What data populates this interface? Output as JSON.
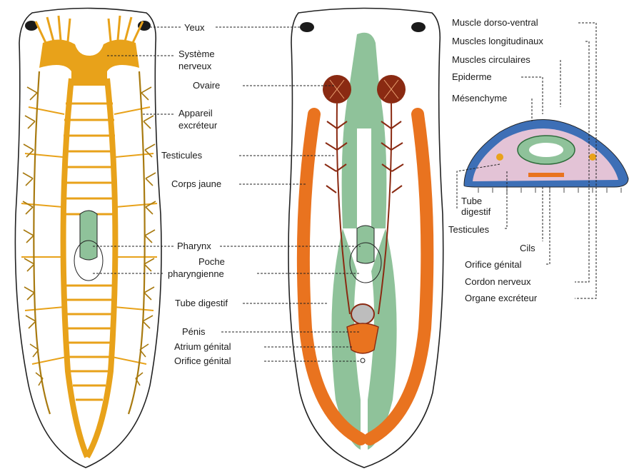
{
  "colors": {
    "nerve": "#e8a21a",
    "excretory": "#a87a10",
    "gut": "#8fc29a",
    "yolk": "#e9731f",
    "ovary": "#8a2a12",
    "epidermis": "#3d6fb6",
    "mesenchyme": "#e3c3d6",
    "outline": "#222222"
  },
  "labels": {
    "yeux": "Yeux",
    "systeme": "Système",
    "nerveux": "nerveux",
    "ovaire": "Ovaire",
    "appareil": "Appareil",
    "excreteur": "excréteur",
    "testicules": "Testicules",
    "corps_jaune": "Corps jaune",
    "pharynx": "Pharynx",
    "poche": "Poche",
    "pharyngienne": "pharyngienne",
    "tube_digestif": "Tube digestif",
    "penis": "Pénis",
    "atrium": "Atrium génital",
    "orifice": "Orifice génital"
  },
  "section_labels": {
    "muscle_dv": "Muscle dorso-ventral",
    "muscles_long": "Muscles longitudinaux",
    "muscles_circ": "Muscles circulaires",
    "epiderme": "Epiderme",
    "mesenchyme": "Mésenchyme",
    "tube": "Tube",
    "digestif": "digestif",
    "testicules": "Testicules",
    "cils": "Cils",
    "orifice": "Orifice génital",
    "cordon": "Cordon nerveux",
    "organe": "Organe excréteur"
  }
}
